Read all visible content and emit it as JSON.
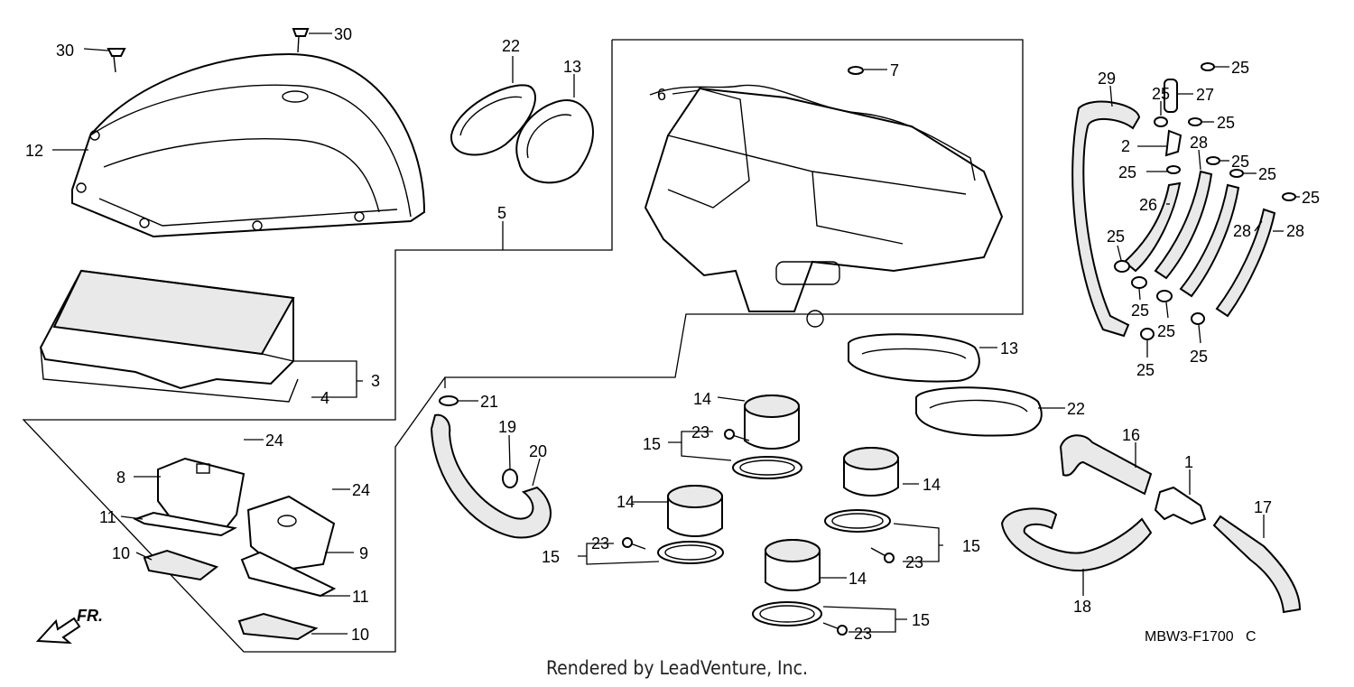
{
  "diagram": {
    "code": "MBW3-F1700",
    "code_suffix": "C",
    "credit": "Rendered by LeadVenture, Inc.",
    "direction_label": "FR.",
    "callouts": [
      {
        "id": "c30a",
        "label": "30"
      },
      {
        "id": "c30b",
        "label": "30"
      },
      {
        "id": "c12",
        "label": "12"
      },
      {
        "id": "c22a",
        "label": "22"
      },
      {
        "id": "c13a",
        "label": "13"
      },
      {
        "id": "c5",
        "label": "5"
      },
      {
        "id": "c6",
        "label": "6"
      },
      {
        "id": "c7",
        "label": "7"
      },
      {
        "id": "c3",
        "label": "3"
      },
      {
        "id": "c4",
        "label": "4"
      },
      {
        "id": "c29",
        "label": "29"
      },
      {
        "id": "c25a",
        "label": "25"
      },
      {
        "id": "c25b",
        "label": "25"
      },
      {
        "id": "c27",
        "label": "27"
      },
      {
        "id": "c25c",
        "label": "25"
      },
      {
        "id": "c2",
        "label": "2"
      },
      {
        "id": "c28a",
        "label": "28"
      },
      {
        "id": "c25d",
        "label": "25"
      },
      {
        "id": "c25e",
        "label": "25"
      },
      {
        "id": "c25f",
        "label": "25"
      },
      {
        "id": "c25g",
        "label": "25"
      },
      {
        "id": "c26",
        "label": "26"
      },
      {
        "id": "c28b",
        "label": "28"
      },
      {
        "id": "c28c",
        "label": "28"
      },
      {
        "id": "c25h",
        "label": "25"
      },
      {
        "id": "c25i",
        "label": "25"
      },
      {
        "id": "c25j",
        "label": "25"
      },
      {
        "id": "c25k",
        "label": "25"
      },
      {
        "id": "c25l",
        "label": "25"
      },
      {
        "id": "c13b",
        "label": "13"
      },
      {
        "id": "c22b",
        "label": "22"
      },
      {
        "id": "c21",
        "label": "21"
      },
      {
        "id": "c19",
        "label": "19"
      },
      {
        "id": "c20",
        "label": "20"
      },
      {
        "id": "c14a",
        "label": "14"
      },
      {
        "id": "c23a",
        "label": "23"
      },
      {
        "id": "c15a",
        "label": "15"
      },
      {
        "id": "c14b",
        "label": "14"
      },
      {
        "id": "c14c",
        "label": "14"
      },
      {
        "id": "c23b",
        "label": "23"
      },
      {
        "id": "c15b",
        "label": "15"
      },
      {
        "id": "c15c",
        "label": "15"
      },
      {
        "id": "c23c",
        "label": "23"
      },
      {
        "id": "c14d",
        "label": "14"
      },
      {
        "id": "c23d",
        "label": "23"
      },
      {
        "id": "c15d",
        "label": "15"
      },
      {
        "id": "c24a",
        "label": "24"
      },
      {
        "id": "c8",
        "label": "8"
      },
      {
        "id": "c24b",
        "label": "24"
      },
      {
        "id": "c11a",
        "label": "11"
      },
      {
        "id": "c9",
        "label": "9"
      },
      {
        "id": "c10a",
        "label": "10"
      },
      {
        "id": "c11b",
        "label": "11"
      },
      {
        "id": "c10b",
        "label": "10"
      },
      {
        "id": "c16",
        "label": "16"
      },
      {
        "id": "c1",
        "label": "1"
      },
      {
        "id": "c17",
        "label": "17"
      },
      {
        "id": "c18",
        "label": "18"
      }
    ]
  }
}
